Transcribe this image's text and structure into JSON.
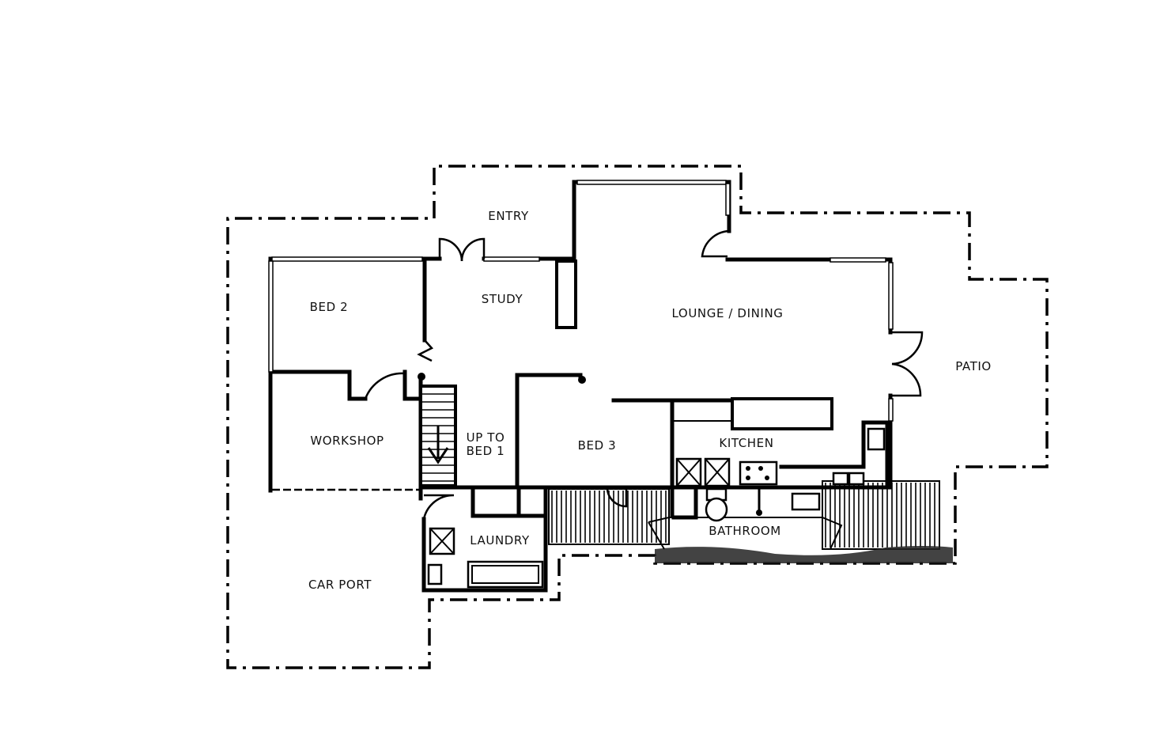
{
  "rooms": {
    "entry": "ENTRY",
    "study": "STUDY",
    "bed2": "BED 2",
    "lounge": "LOUNGE / DINING",
    "patio": "PATIO",
    "workshop": "WORKSHOP",
    "up_to_line1": "UP TO",
    "up_to_line2": "BED 1",
    "bed3": "BED 3",
    "kitchen": "KITCHEN",
    "laundry": "LAUNDRY",
    "bathroom": "BATHROOM",
    "carport": "CAR PORT"
  },
  "colors": {
    "line": "#000000",
    "background": "#ffffff"
  }
}
